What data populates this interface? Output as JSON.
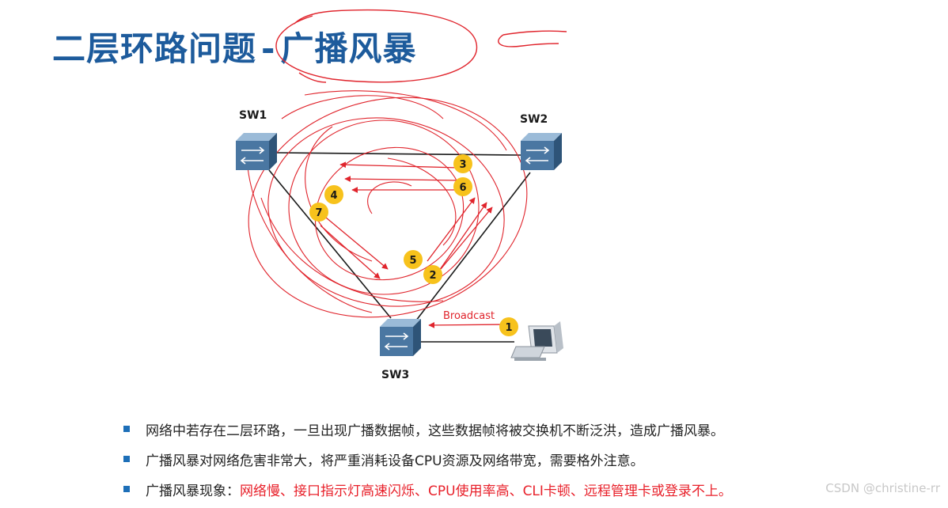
{
  "title": {
    "main": "二层环路问题",
    "separator": "-",
    "highlight": "广播风暴"
  },
  "diagram": {
    "switches": [
      {
        "id": "sw1",
        "label": "SW1"
      },
      {
        "id": "sw2",
        "label": "SW2"
      },
      {
        "id": "sw3",
        "label": "SW3"
      }
    ],
    "broadcast_label": "Broadcast",
    "markers": [
      "1",
      "2",
      "3",
      "4",
      "5",
      "6",
      "7"
    ],
    "colors": {
      "link": "#1a1a1a",
      "annotation": "#e0242c",
      "marker_fill": "#f7c21c",
      "switch_body": "#3f6d97"
    }
  },
  "bullets": [
    {
      "text": "网络中若存在二层环路，一旦出现广播数据帧，这些数据帧将被交换机不断泛洪，造成广播风暴。",
      "red": ""
    },
    {
      "text": "广播风暴对网络危害非常大，将严重消耗设备CPU资源及网络带宽，需要格外注意。",
      "red": ""
    },
    {
      "text": "广播风暴现象：",
      "red": "网络慢、接口指示灯高速闪烁、CPU使用率高、CLI卡顿、远程管理卡或登录不上。"
    }
  ],
  "watermark": "CSDN @christine-rr"
}
